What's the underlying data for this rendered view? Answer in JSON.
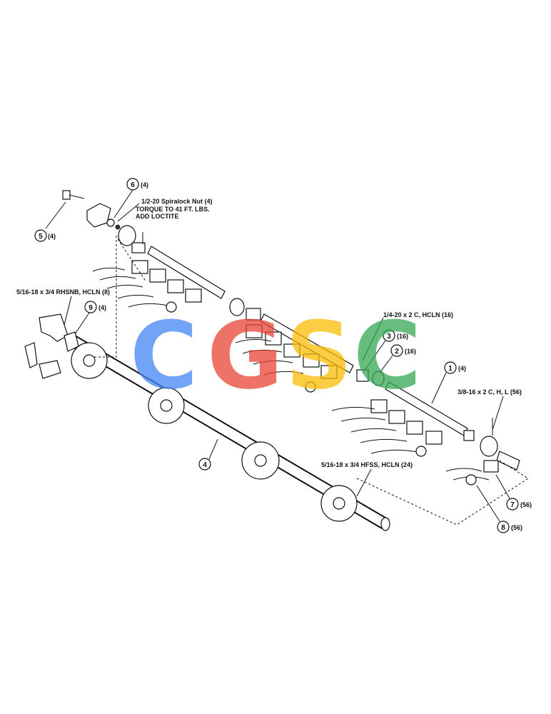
{
  "callouts": {
    "c5": {
      "num": "5",
      "qty": "(4)"
    },
    "c6": {
      "num": "6",
      "qty": "(4)"
    },
    "c9": {
      "num": "9",
      "qty": "(4)"
    },
    "c4": {
      "num": "4",
      "qty": ""
    },
    "c3": {
      "num": "3",
      "qty": "(16)"
    },
    "c2": {
      "num": "2",
      "qty": "(16)"
    },
    "c1": {
      "num": "1",
      "qty": "(4)"
    },
    "c7": {
      "num": "7",
      "qty": "(56)"
    },
    "c8": {
      "num": "8",
      "qty": "(56)"
    }
  },
  "notes": {
    "spiralock_line1": "1/2-20 Spiralock Nut (4)",
    "spiralock_line2": "TORQUE TO 41 FT. LBS.",
    "spiralock_line3": "ADD LOCTITE",
    "rhsnb": "5/16-18 x 3/4 RHSNB, HCLN (8)",
    "bolt_1420": "1/4-20 x 2 C, HCLN (16)",
    "bolt_3816": "3/8-16 x 2 C, H, L (56)",
    "hfss": "5/16-18 x 3/4 HFSS, HCLN (24)"
  },
  "watermark": {
    "letters": [
      "C",
      "G",
      "S",
      "C"
    ],
    "colors": [
      "#4285F4",
      "#EA4335",
      "#FBBC05",
      "#34A853"
    ]
  }
}
